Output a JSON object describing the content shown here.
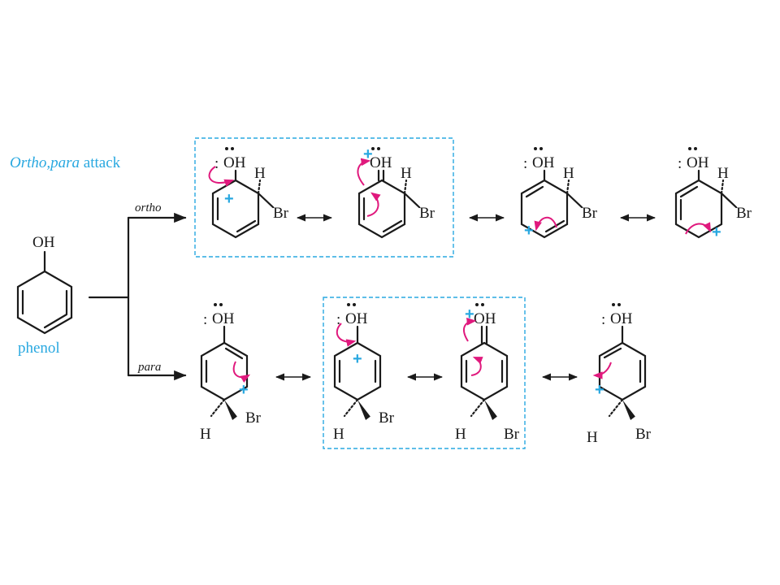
{
  "colors": {
    "accent": "#29a8e0",
    "arrow_electron": "#e0197d",
    "ink": "#1a1a1a"
  },
  "diagram": {
    "section_title": {
      "italic": "Ortho,para",
      "plain": " attack"
    },
    "reactant": {
      "label": "phenol",
      "group": "OH"
    },
    "branches": {
      "ortho": "ortho",
      "para": "para"
    },
    "atoms": {
      "oh": "OH",
      "h": "H",
      "br": "Br"
    },
    "lone_pair_glyph": ":",
    "charge_glyph": "+"
  }
}
